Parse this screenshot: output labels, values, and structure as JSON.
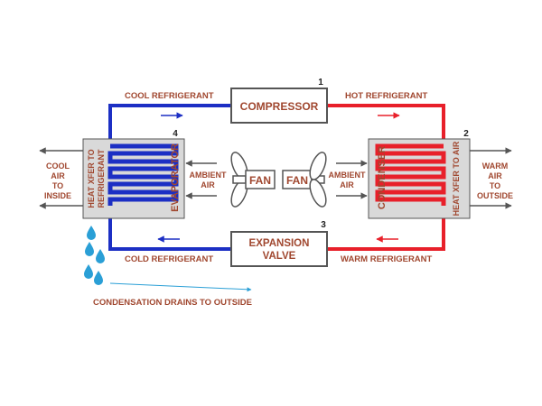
{
  "components": {
    "compressor": {
      "label": "COMPRESSOR",
      "number": "1"
    },
    "condenser": {
      "label": "CONDENSER",
      "number": "2",
      "heat_label": "HEAT XFER TO AIR"
    },
    "expansion_valve": {
      "label_line1": "EXPANSION",
      "label_line2": "VALVE",
      "number": "3"
    },
    "evaporator": {
      "label": "EVAPORATOR",
      "number": "4",
      "heat_label_line1": "HEAT XFER TO",
      "heat_label_line2": "REFRIGERANT"
    }
  },
  "refrigerant_labels": {
    "cool": "COOL REFRIGERANT",
    "hot": "HOT REFRIGERANT",
    "cold": "COLD REFRIGERANT",
    "warm": "WARM REFRIGERANT"
  },
  "fans": {
    "left": {
      "label": "FAN",
      "ambient_line1": "AMBIENT",
      "ambient_line2": "AIR"
    },
    "right": {
      "label": "FAN",
      "ambient_line1": "AMBIENT",
      "ambient_line2": "AIR"
    }
  },
  "outputs": {
    "left": [
      "COOL",
      "AIR",
      "TO",
      "INSIDE"
    ],
    "right": [
      "WARM",
      "AIR",
      "TO",
      "OUTSIDE"
    ]
  },
  "condensation_label": "CONDENSATION DRAINS TO OUTSIDE",
  "colors": {
    "hot_line": "#e8202a",
    "cold_line": "#1c2fc4",
    "label_text": "#a0472f",
    "box_fill": "#d9d9d9",
    "outline": "#555555",
    "water_drop": "#2a9fd6",
    "air_arrow": "#555555"
  }
}
